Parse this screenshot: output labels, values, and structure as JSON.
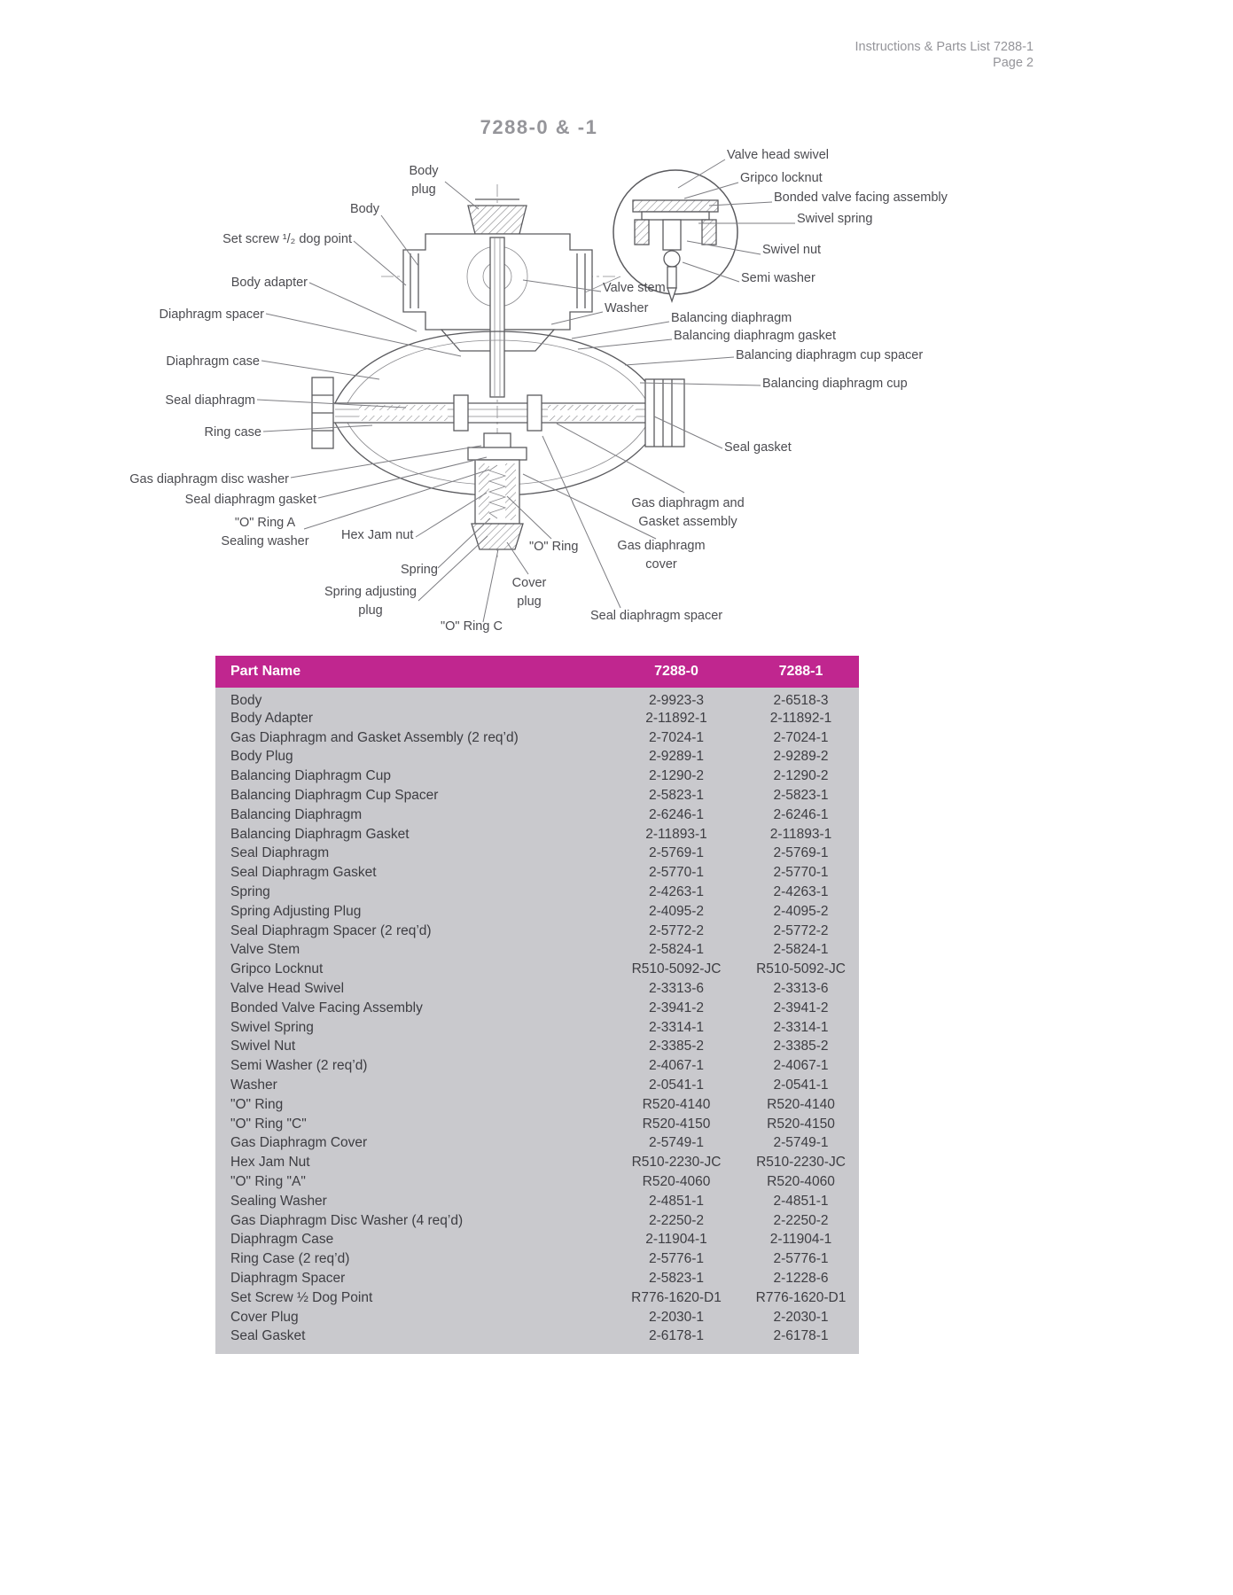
{
  "page_header": {
    "doc_ref": "Instructions & Parts List 7288-1",
    "page": "Page 2"
  },
  "title": "7288-0 & -1",
  "diagram": {
    "labels": [
      {
        "id": "body-plug",
        "text": "Body\nplug"
      },
      {
        "id": "body",
        "text": "Body"
      },
      {
        "id": "set-screw",
        "text": "Set screw ¹/₂ dog point"
      },
      {
        "id": "body-adapter",
        "text": "Body adapter"
      },
      {
        "id": "diaphragm-spacer",
        "text": "Diaphragm spacer"
      },
      {
        "id": "diaphragm-case",
        "text": "Diaphragm case"
      },
      {
        "id": "seal-diaphragm",
        "text": "Seal diaphragm"
      },
      {
        "id": "ring-case",
        "text": "Ring case"
      },
      {
        "id": "gas-diaphragm-disc-washer",
        "text": "Gas diaphragm disc washer"
      },
      {
        "id": "seal-diaphragm-gasket",
        "text": "Seal diaphragm gasket"
      },
      {
        "id": "o-ring-a-sealing-washer",
        "text": "\"O\" Ring A\nSealing washer"
      },
      {
        "id": "hex-jam-nut",
        "text": "Hex Jam nut"
      },
      {
        "id": "spring",
        "text": "Spring"
      },
      {
        "id": "spring-adjusting-plug",
        "text": "Spring adjusting\nplug"
      },
      {
        "id": "o-ring-c",
        "text": "\"O\" Ring C"
      },
      {
        "id": "valve-head-swivel",
        "text": "Valve head swivel"
      },
      {
        "id": "gripco-locknut",
        "text": "Gripco locknut"
      },
      {
        "id": "bonded-valve-facing-assembly",
        "text": "Bonded valve facing assembly"
      },
      {
        "id": "swivel-spring",
        "text": "Swivel spring"
      },
      {
        "id": "swivel-nut",
        "text": "Swivel nut"
      },
      {
        "id": "semi-washer",
        "text": "Semi washer"
      },
      {
        "id": "valve-stem",
        "text": "Valve stem"
      },
      {
        "id": "washer",
        "text": "Washer"
      },
      {
        "id": "balancing-diaphragm",
        "text": "Balancing diaphragm"
      },
      {
        "id": "balancing-diaphragm-gasket",
        "text": "Balancing diaphragm gasket"
      },
      {
        "id": "balancing-diaphragm-cup-spacer",
        "text": "Balancing diaphragm cup spacer"
      },
      {
        "id": "balancing-diaphragm-cup",
        "text": "Balancing diaphragm cup"
      },
      {
        "id": "seal-gasket",
        "text": "Seal gasket"
      },
      {
        "id": "gas-diaphragm-and-gasket-assembly",
        "text": "Gas diaphragm and\nGasket assembly"
      },
      {
        "id": "o-ring",
        "text": "\"O\" Ring"
      },
      {
        "id": "gas-diaphragm-cover",
        "text": "Gas diaphragm\ncover"
      },
      {
        "id": "cover-plug",
        "text": "Cover\nplug"
      },
      {
        "id": "seal-diaphragm-spacer",
        "text": "Seal diaphragm spacer"
      }
    ]
  },
  "table": {
    "columns": [
      "Part Name",
      "7288-0",
      "7288-1"
    ],
    "rows": [
      [
        "Body",
        "2-9923-3",
        "2-6518-3"
      ],
      [
        "Body Adapter",
        "2-11892-1",
        "2-11892-1"
      ],
      [
        "Gas Diaphragm and Gasket Assembly (2 req’d)",
        "2-7024-1",
        "2-7024-1"
      ],
      [
        "Body Plug",
        "2-9289-1",
        "2-9289-2"
      ],
      [
        "Balancing Diaphragm Cup",
        "2-1290-2",
        "2-1290-2"
      ],
      [
        "Balancing Diaphragm Cup Spacer",
        "2-5823-1",
        "2-5823-1"
      ],
      [
        "Balancing Diaphragm",
        "2-6246-1",
        "2-6246-1"
      ],
      [
        "Balancing Diaphragm Gasket",
        "2-11893-1",
        "2-11893-1"
      ],
      [
        "Seal Diaphragm",
        "2-5769-1",
        "2-5769-1"
      ],
      [
        "Seal Diaphragm Gasket",
        "2-5770-1",
        "2-5770-1"
      ],
      [
        "Spring",
        "2-4263-1",
        "2-4263-1"
      ],
      [
        "Spring Adjusting Plug",
        "2-4095-2",
        "2-4095-2"
      ],
      [
        "Seal Diaphragm Spacer (2 req’d)",
        "2-5772-2",
        "2-5772-2"
      ],
      [
        "Valve Stem",
        "2-5824-1",
        "2-5824-1"
      ],
      [
        "Gripco Locknut",
        "R510-5092-JC",
        "R510-5092-JC"
      ],
      [
        "Valve Head Swivel",
        "2-3313-6",
        "2-3313-6"
      ],
      [
        "Bonded Valve Facing Assembly",
        "2-3941-2",
        "2-3941-2"
      ],
      [
        "Swivel Spring",
        "2-3314-1",
        "2-3314-1"
      ],
      [
        "Swivel Nut",
        "2-3385-2",
        "2-3385-2"
      ],
      [
        "Semi Washer (2 req’d)",
        "2-4067-1",
        "2-4067-1"
      ],
      [
        "Washer",
        "2-0541-1",
        "2-0541-1"
      ],
      [
        "\"O\" Ring",
        "R520-4140",
        "R520-4140"
      ],
      [
        "\"O\" Ring \"C\"",
        "R520-4150",
        "R520-4150"
      ],
      [
        "Gas Diaphragm Cover",
        "2-5749-1",
        "2-5749-1"
      ],
      [
        "Hex Jam Nut",
        "R510-2230-JC",
        "R510-2230-JC"
      ],
      [
        "\"O\" Ring \"A\"",
        "R520-4060",
        "R520-4060"
      ],
      [
        "Sealing Washer",
        "2-4851-1",
        "2-4851-1"
      ],
      [
        "Gas Diaphragm Disc Washer (4 req’d)",
        "2-2250-2",
        "2-2250-2"
      ],
      [
        "Diaphragm Case",
        "2-11904-1",
        "2-11904-1"
      ],
      [
        "Ring Case (2 req’d)",
        "2-5776-1",
        "2-5776-1"
      ],
      [
        "Diaphragm Spacer",
        "2-5823-1",
        "2-1228-6"
      ],
      [
        "Set Screw ½ Dog Point",
        "R776-1620-D1",
        "R776-1620-D1"
      ],
      [
        "Cover Plug",
        "2-2030-1",
        "2-2030-1"
      ],
      [
        "Seal Gasket",
        "2-6178-1",
        "2-6178-1"
      ]
    ]
  },
  "colors": {
    "accent": "#c0268f",
    "table-bg": "#c9c9cd",
    "ink": "#3d3d42",
    "muted": "#95959a",
    "label-ink": "#4c4c51",
    "leader-line": "#7d7d82"
  }
}
